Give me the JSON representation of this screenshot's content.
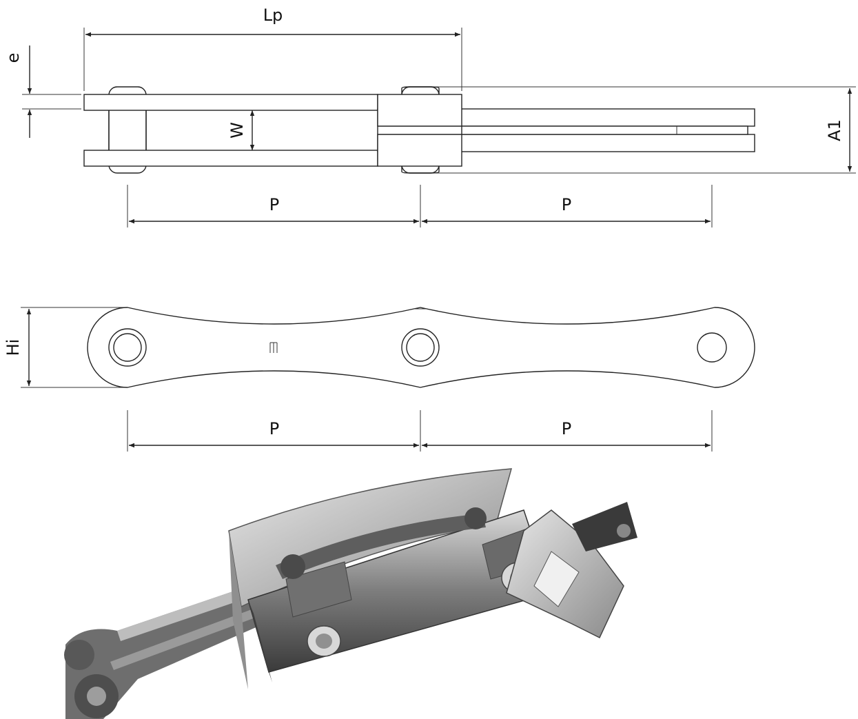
{
  "top_view": {
    "labels": {
      "lp": "Lp",
      "e": "e",
      "w": "W",
      "a1": "A1",
      "p_left": "P",
      "p_right": "P"
    }
  },
  "side_view": {
    "labels": {
      "hi": "Hi",
      "p_left": "P",
      "p_right": "P"
    }
  },
  "photo": {
    "icon": "chain-with-attachment-photo"
  }
}
